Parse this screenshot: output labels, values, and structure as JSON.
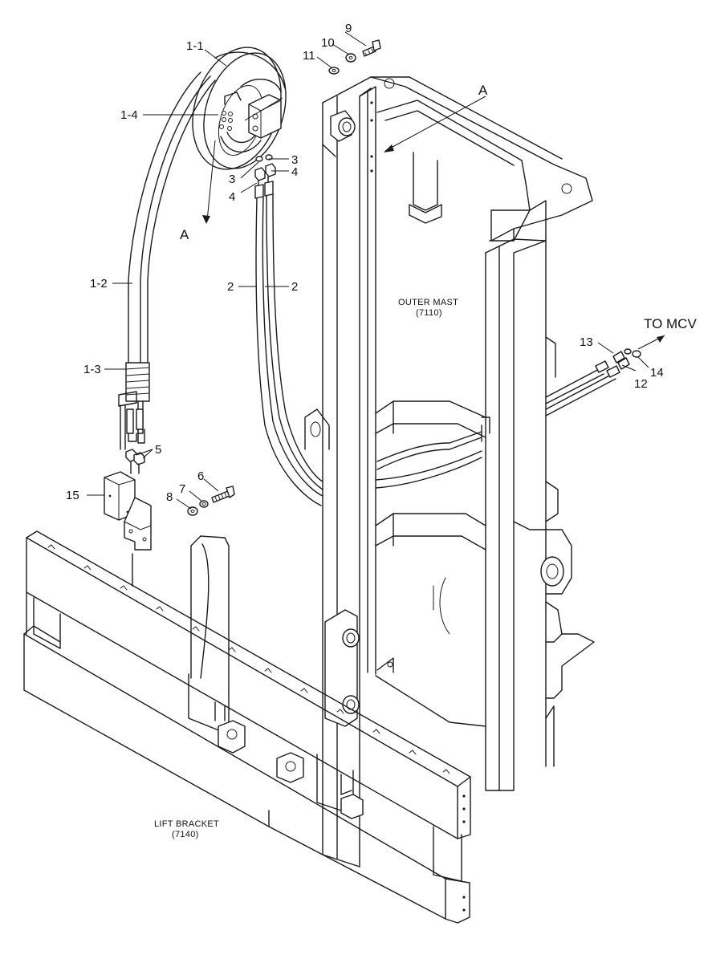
{
  "callouts": {
    "c1_1": "1-1",
    "c1_2": "1-2",
    "c1_3": "1-3",
    "c1_4": "1-4",
    "c2a": "2",
    "c2b": "2",
    "c3a": "3",
    "c3b": "3",
    "c4a": "4",
    "c4b": "4",
    "c5": "5",
    "c6": "6",
    "c7": "7",
    "c8": "8",
    "c9": "9",
    "c10": "10",
    "c11": "11",
    "c12": "12",
    "c13": "13",
    "c14": "14",
    "c15": "15",
    "viewA1": "A",
    "viewA2": "A"
  },
  "labels": {
    "outer_mast": "OUTER MAST",
    "outer_mast_code": "(7110)",
    "lift_bracket": "LIFT BRACKET",
    "lift_bracket_code": "(7140)",
    "to_mcv": "TO MCV"
  },
  "colors": {
    "line": "#1a1a1a",
    "background": "#ffffff"
  }
}
